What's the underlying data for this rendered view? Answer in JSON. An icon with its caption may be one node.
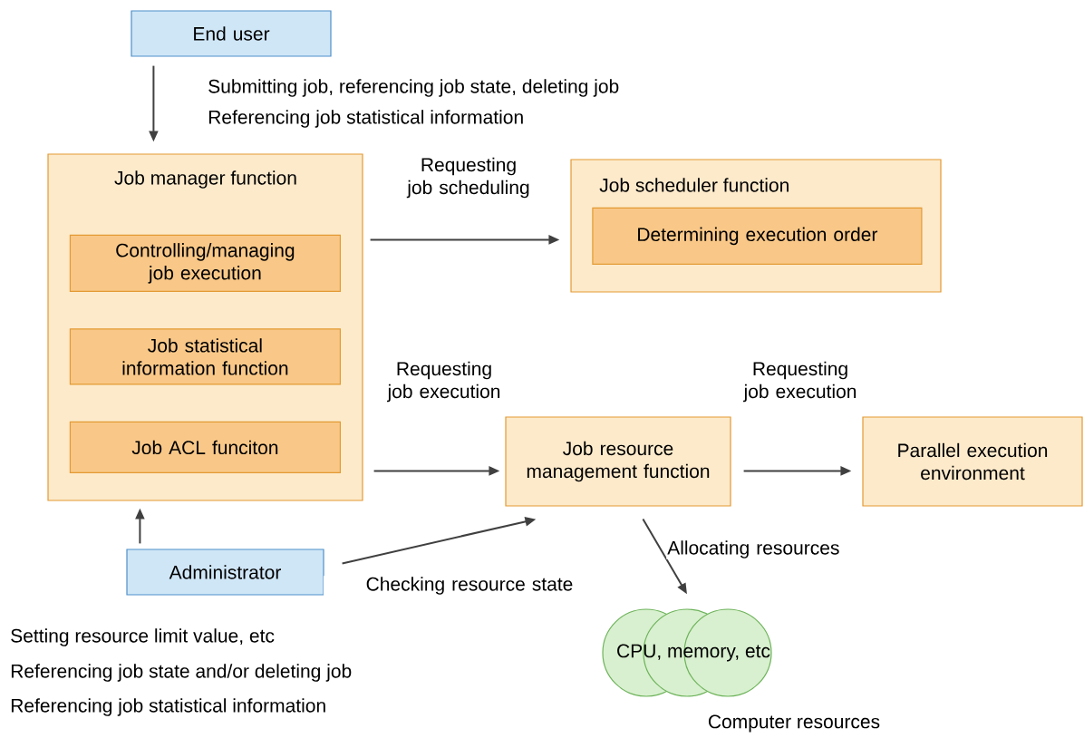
{
  "diagram": {
    "nodes": [
      {
        "text": [
          "End user"
        ]
      },
      {
        "text": [
          "Job manager function"
        ]
      },
      {
        "text": [
          "Controlling/managing job execution"
        ],
        "in": 1
      },
      {
        "text": [
          "Job statistical information function"
        ],
        "in": 1
      },
      {
        "text": [
          "Job ACL funciton"
        ],
        "in": 1
      },
      {
        "text": [
          "Job scheduler function"
        ]
      },
      {
        "text": [
          "Determining execution order"
        ],
        "in": 5
      },
      {
        "text": [
          "Job resource management function"
        ]
      },
      {
        "text": [
          "Parallel execution environment"
        ]
      },
      {
        "text": [
          "Administrator"
        ]
      },
      {
        "text": [
          "CPU, memory, etc"
        ],
        "beside": [
          "Computer resources"
        ]
      }
    ],
    "edges": [
      {
        "from": 0,
        "to": 1,
        "arrow": "to"
      },
      {
        "from": 1,
        "to": 5,
        "arrow": "to",
        "label": "Requesting job scheduling"
      },
      {
        "from": 1,
        "to": 7,
        "arrow": "to",
        "label": "Requesting job execution"
      },
      {
        "from": 7,
        "to": 8,
        "arrow": "to",
        "label": "Requesting job execution"
      },
      {
        "from": 9,
        "to": 1,
        "arrow": "to"
      },
      {
        "from": 9,
        "to": 7,
        "arrow": "to",
        "label": "Checking resource state"
      },
      {
        "from": 7,
        "to": 10,
        "arrow": "to",
        "label": "Allocating resources"
      }
    ],
    "labels": [
      "Submitting job, referencing job state, deleting job",
      "Referencing job statistical information",
      "Setting resource limit value, etc",
      "Referencing job state and/or deleting job",
      "Referencing job statistical information"
    ]
  }
}
